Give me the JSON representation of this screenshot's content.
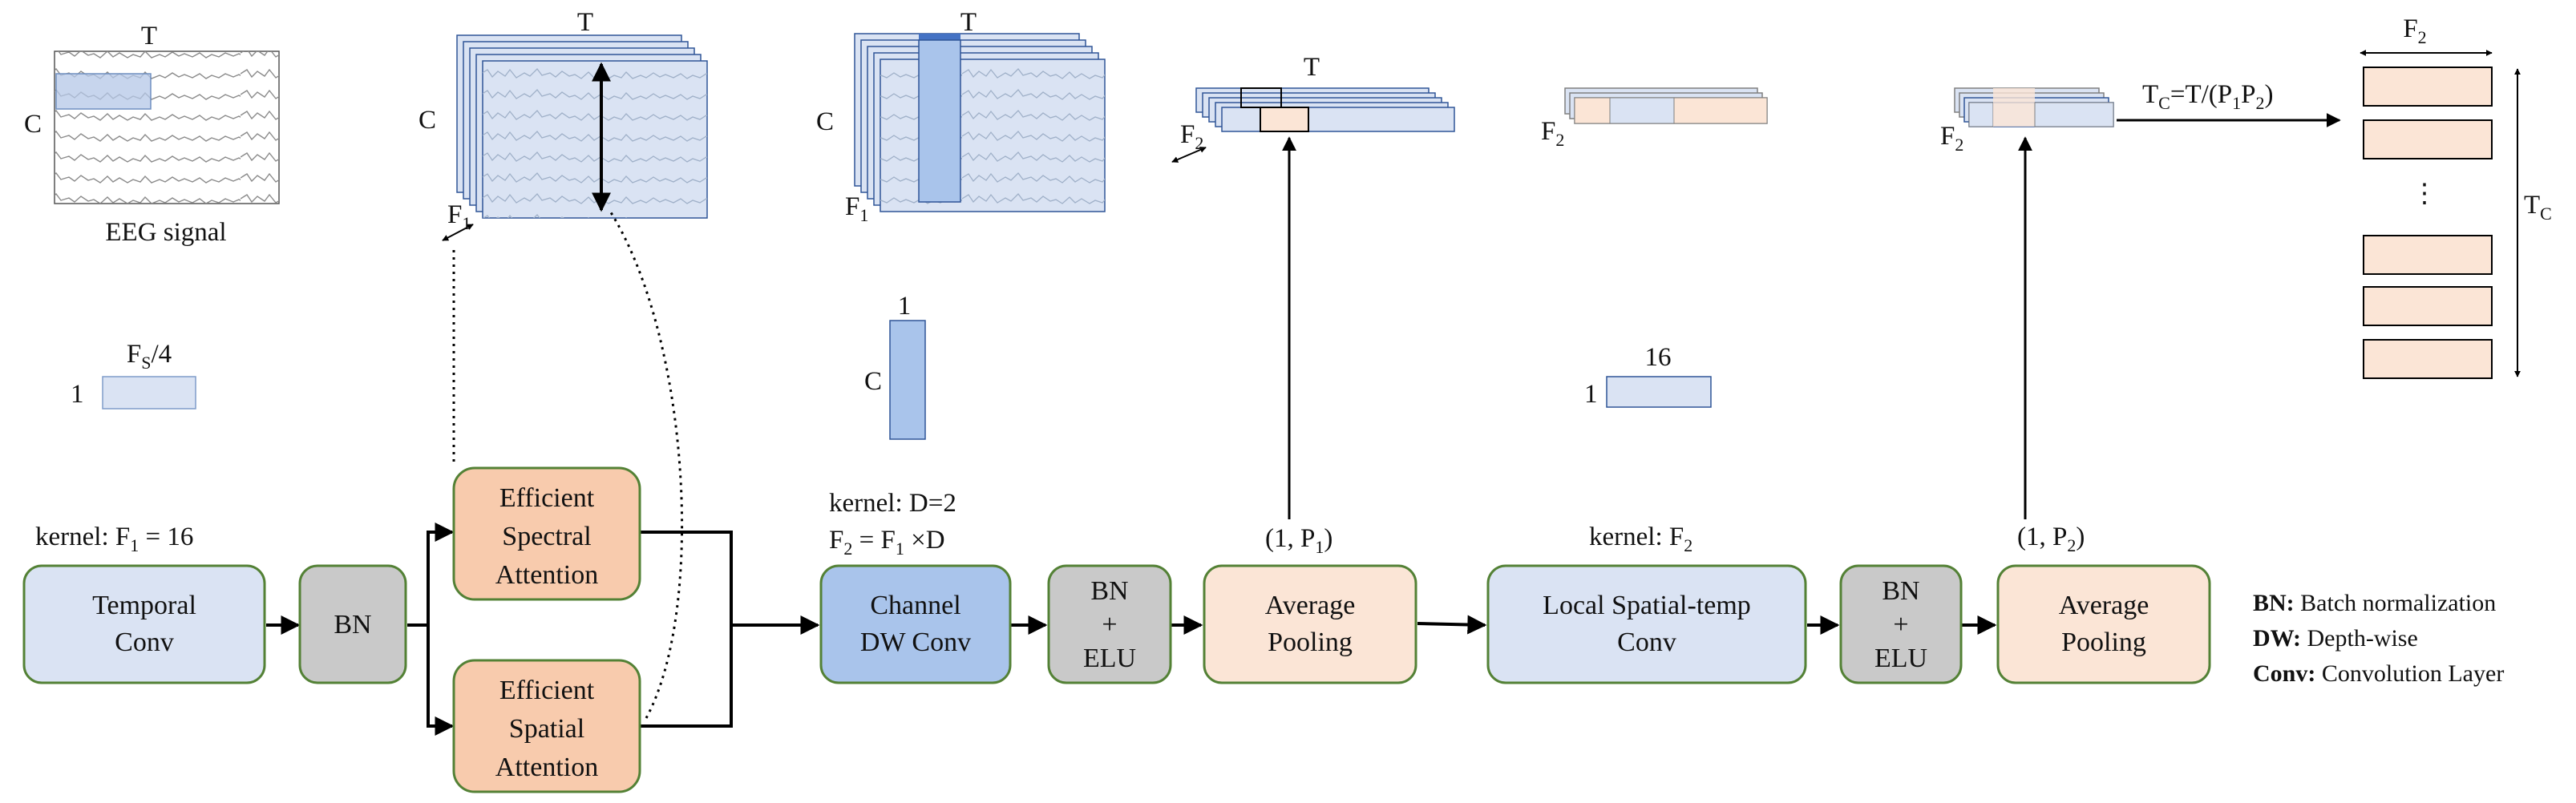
{
  "colors": {
    "blue_light": "#dae3f3",
    "blue_mid": "#a9c4eb",
    "green_border": "#538135",
    "gray": "#c9c9c9",
    "orange": "#f8cbad",
    "peach": "#fbe5d6",
    "arrow": "#000000"
  },
  "nodes": {
    "temporal_conv": [
      "Temporal",
      "Conv"
    ],
    "bn1": [
      "BN"
    ],
    "spectral_attention": [
      "Efficient",
      "Spectral",
      "Attention"
    ],
    "spatial_attention": [
      "Efficient",
      "Spatial",
      "Attention"
    ],
    "channel_dw_conv": [
      "Channel",
      "DW Conv"
    ],
    "bn_elu1": [
      "BN",
      "+",
      "ELU"
    ],
    "avg_pool1": [
      "Average",
      "Pooling"
    ],
    "local_conv": [
      "Local Spatial-temp",
      "Conv"
    ],
    "bn_elu2": [
      "BN",
      "+",
      "ELU"
    ],
    "avg_pool2": [
      "Average",
      "Pooling"
    ]
  },
  "annotations": {
    "kernel_f1_text": "kernel: F",
    "kernel_f1_sub": "1",
    "kernel_f1_val": " = 16",
    "kernel_d": "kernel: D=2",
    "f2_eq_a": "F",
    "f2_eq_sub1": "2",
    "f2_eq_b": " = F",
    "f2_eq_sub2": "1",
    "f2_eq_c": " ×D",
    "p1_a": "(1, P",
    "p1_sub": "1",
    "p1_b": ")",
    "kernel_f2_text": "kernel: F",
    "kernel_f2_sub": "2",
    "p2_a": "(1, P",
    "p2_sub": "2",
    "p2_b": ")"
  },
  "kernels": {
    "k1_top_a": "F",
    "k1_top_sub": "S",
    "k1_top_b": "/4",
    "k1_side": "1",
    "k2_top": "1",
    "k2_side": "C",
    "k3_top": "16",
    "k3_side": "1"
  },
  "tensors": {
    "eeg_top": "T",
    "eeg_side": "C",
    "eeg_caption": "EEG signal",
    "t1_top": "T",
    "t1_side": "C",
    "t1_depth": "F",
    "t1_depth_sub": "1",
    "t2_top": "T",
    "t2_side": "C",
    "t2_depth": "F",
    "t2_depth_sub": "1",
    "t3_top": "T",
    "t3_depth": "F",
    "t3_depth_sub": "2",
    "t4_depth": "F",
    "t4_depth_sub": "2",
    "t5_depth": "F",
    "t5_depth_sub": "2",
    "tc_eq_a": "T",
    "tc_eq_sub": "C",
    "tc_eq_b": "=T/(P",
    "tc_eq_sub1": "1",
    "tc_eq_c": "P",
    "tc_eq_sub2": "2",
    "tc_eq_d": ")",
    "out_top": "F",
    "out_top_sub": "2",
    "out_side": "T",
    "out_side_sub": "C",
    "out_dots": "⋮"
  },
  "legend": [
    {
      "key": "BN:",
      "text": " Batch normalization"
    },
    {
      "key": "DW:",
      "text": " Depth-wise"
    },
    {
      "key": "Conv:",
      "text": " Convolution Layer"
    }
  ]
}
